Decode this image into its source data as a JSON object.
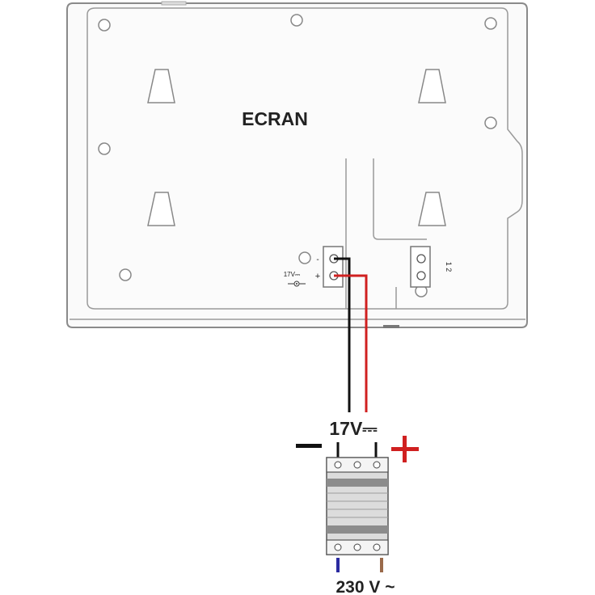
{
  "screen": {
    "title": "ECRAN",
    "connector_left": {
      "pin_minus_label": "-",
      "pin_plus_label": "+",
      "voltage_label": "17V⎓"
    },
    "connector_right": {
      "pin_labels": "1 2"
    }
  },
  "power_supply": {
    "output_label": "17V⎓",
    "negative_symbol": "—",
    "positive_symbol": "+",
    "input_label": "230 V ~"
  },
  "colors": {
    "wire_negative": "#111111",
    "wire_positive": "#d02020",
    "plus_sign": "#d02020",
    "mains_neutral": "#2a2aa0",
    "mains_live": "#9a6a4a",
    "outline": "#888888"
  }
}
